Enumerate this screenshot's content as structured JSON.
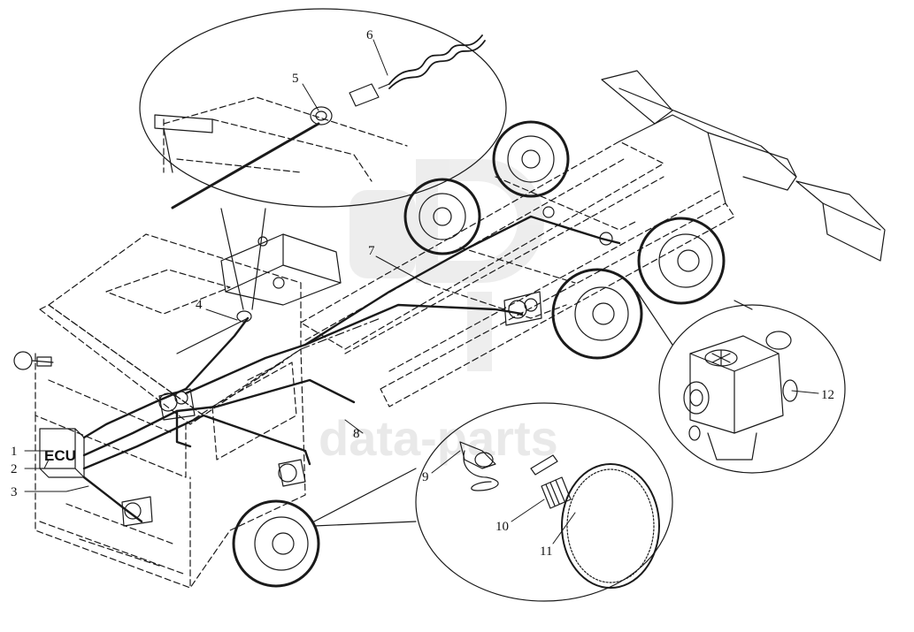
{
  "diagram": {
    "callouts": [
      {
        "id": "callout-1",
        "label": "1"
      },
      {
        "id": "callout-2",
        "label": "2"
      },
      {
        "id": "callout-3",
        "label": "3"
      },
      {
        "id": "callout-4",
        "label": "4"
      },
      {
        "id": "callout-5",
        "label": "5"
      },
      {
        "id": "callout-6",
        "label": "6"
      },
      {
        "id": "callout-7",
        "label": "7"
      },
      {
        "id": "callout-8",
        "label": "8"
      },
      {
        "id": "callout-9",
        "label": "9"
      },
      {
        "id": "callout-10",
        "label": "10"
      },
      {
        "id": "callout-11",
        "label": "11"
      },
      {
        "id": "callout-12",
        "label": "12"
      }
    ],
    "ecu_label": "ECU",
    "watermark": "data-parts",
    "colors": {
      "line": "#1a1a1a",
      "watermark": "#e9e9e9",
      "background": "#ffffff"
    }
  }
}
